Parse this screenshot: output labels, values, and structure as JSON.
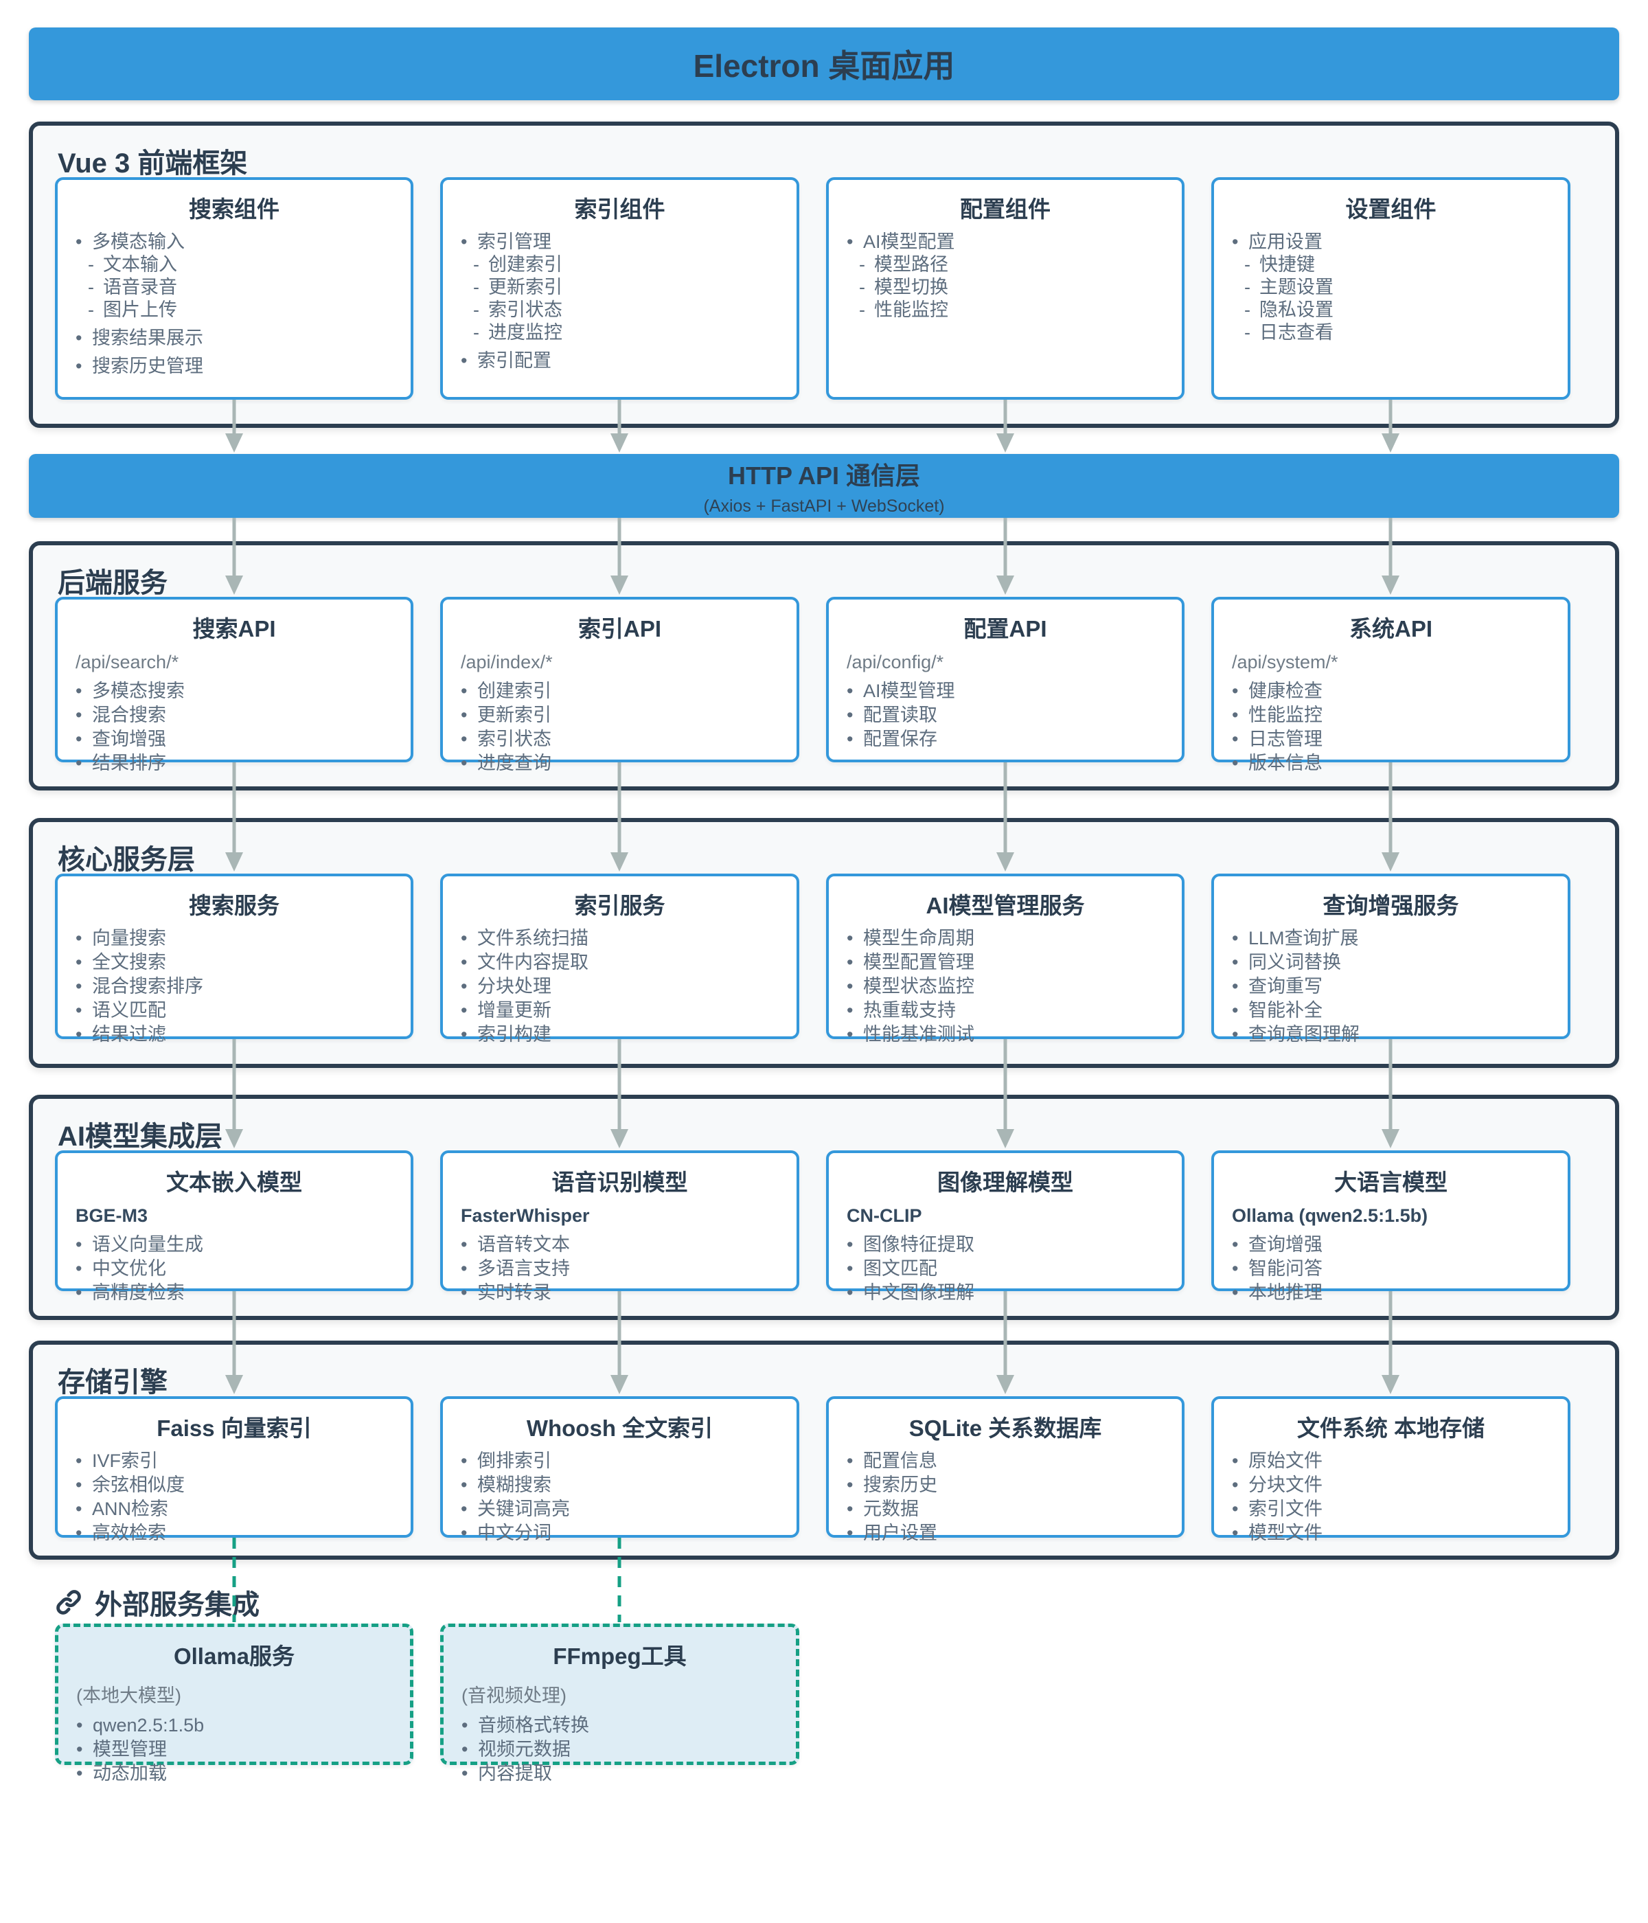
{
  "app": {
    "top_banner": "Electron 桌面应用"
  },
  "http_banner": {
    "title": "HTTP API 通信层",
    "subtitle": "(Axios + FastAPI + WebSocket)"
  },
  "external_section": {
    "icon": "link-icon",
    "title": "外部服务集成"
  },
  "colors": {
    "accent_blue": "#3498db",
    "dark_navy": "#2c3e50",
    "section_bg": "#f7f9fa",
    "body_text_gray": "#5d6d7e",
    "arrow_gray": "#a9b6b5",
    "external_teal": "#16a085",
    "external_card_bg": "#deedf5"
  },
  "layers": [
    {
      "name": "frontend",
      "title": "Vue 3 前端框架",
      "cards": [
        {
          "title": "搜索组件",
          "items": [
            {
              "t": "多模态输入",
              "lv": 0
            },
            {
              "t": "文本输入",
              "lv": 1
            },
            {
              "t": "语音录音",
              "lv": 1
            },
            {
              "t": "图片上传",
              "lv": 1
            },
            {
              "t": "搜索结果展示",
              "lv": 0
            },
            {
              "t": "搜索历史管理",
              "lv": 0
            }
          ]
        },
        {
          "title": "索引组件",
          "items": [
            {
              "t": "索引管理",
              "lv": 0
            },
            {
              "t": "创建索引",
              "lv": 1
            },
            {
              "t": "更新索引",
              "lv": 1
            },
            {
              "t": "索引状态",
              "lv": 1
            },
            {
              "t": "进度监控",
              "lv": 1
            },
            {
              "t": "索引配置",
              "lv": 0
            }
          ]
        },
        {
          "title": "配置组件",
          "items": [
            {
              "t": "AI模型配置",
              "lv": 0
            },
            {
              "t": "模型路径",
              "lv": 1
            },
            {
              "t": "模型切换",
              "lv": 1
            },
            {
              "t": "性能监控",
              "lv": 1
            }
          ]
        },
        {
          "title": "设置组件",
          "items": [
            {
              "t": "应用设置",
              "lv": 0
            },
            {
              "t": "快捷键",
              "lv": 1
            },
            {
              "t": "主题设置",
              "lv": 1
            },
            {
              "t": "隐私设置",
              "lv": 1
            },
            {
              "t": "日志查看",
              "lv": 1
            }
          ]
        }
      ]
    },
    {
      "name": "backend",
      "title": "后端服务",
      "cards": [
        {
          "title": "搜索API",
          "meta": "/api/search/*",
          "items": [
            {
              "t": "多模态搜索",
              "lv": 0
            },
            {
              "t": "混合搜索",
              "lv": 0
            },
            {
              "t": "查询增强",
              "lv": 0
            },
            {
              "t": "结果排序",
              "lv": 0
            }
          ]
        },
        {
          "title": "索引API",
          "meta": "/api/index/*",
          "items": [
            {
              "t": "创建索引",
              "lv": 0
            },
            {
              "t": "更新索引",
              "lv": 0
            },
            {
              "t": "索引状态",
              "lv": 0
            },
            {
              "t": "进度查询",
              "lv": 0
            }
          ]
        },
        {
          "title": "配置API",
          "meta": "/api/config/*",
          "items": [
            {
              "t": "AI模型管理",
              "lv": 0
            },
            {
              "t": "配置读取",
              "lv": 0
            },
            {
              "t": "配置保存",
              "lv": 0
            }
          ]
        },
        {
          "title": "系统API",
          "meta": "/api/system/*",
          "items": [
            {
              "t": "健康检查",
              "lv": 0
            },
            {
              "t": "性能监控",
              "lv": 0
            },
            {
              "t": "日志管理",
              "lv": 0
            },
            {
              "t": "版本信息",
              "lv": 0
            }
          ]
        }
      ]
    },
    {
      "name": "core",
      "title": "核心服务层",
      "cards": [
        {
          "title": "搜索服务",
          "items": [
            {
              "t": "向量搜索",
              "lv": 0
            },
            {
              "t": "全文搜索",
              "lv": 0
            },
            {
              "t": "混合搜索排序",
              "lv": 0
            },
            {
              "t": "语义匹配",
              "lv": 0
            },
            {
              "t": "结果过滤",
              "lv": 0
            }
          ]
        },
        {
          "title": "索引服务",
          "items": [
            {
              "t": "文件系统扫描",
              "lv": 0
            },
            {
              "t": "文件内容提取",
              "lv": 0
            },
            {
              "t": "分块处理",
              "lv": 0
            },
            {
              "t": "增量更新",
              "lv": 0
            },
            {
              "t": "索引构建",
              "lv": 0
            }
          ]
        },
        {
          "title": "AI模型管理服务",
          "items": [
            {
              "t": "模型生命周期",
              "lv": 0
            },
            {
              "t": "模型配置管理",
              "lv": 0
            },
            {
              "t": "模型状态监控",
              "lv": 0
            },
            {
              "t": "热重载支持",
              "lv": 0
            },
            {
              "t": "性能基准测试",
              "lv": 0
            }
          ]
        },
        {
          "title": "查询增强服务",
          "items": [
            {
              "t": "LLM查询扩展",
              "lv": 0
            },
            {
              "t": "同义词替换",
              "lv": 0
            },
            {
              "t": "查询重写",
              "lv": 0
            },
            {
              "t": "智能补全",
              "lv": 0
            },
            {
              "t": "查询意图理解",
              "lv": 0
            }
          ]
        }
      ]
    },
    {
      "name": "ai",
      "title": "AI模型集成层",
      "cards": [
        {
          "title": "文本嵌入模型",
          "meta": "BGE-M3",
          "meta_bold": true,
          "items": [
            {
              "t": "语义向量生成",
              "lv": 0
            },
            {
              "t": "中文优化",
              "lv": 0
            },
            {
              "t": "高精度检索",
              "lv": 0
            }
          ]
        },
        {
          "title": "语音识别模型",
          "meta": "FasterWhisper",
          "meta_bold": true,
          "items": [
            {
              "t": "语音转文本",
              "lv": 0
            },
            {
              "t": "多语言支持",
              "lv": 0
            },
            {
              "t": "实时转录",
              "lv": 0
            }
          ]
        },
        {
          "title": "图像理解模型",
          "meta": "CN-CLIP",
          "meta_bold": true,
          "items": [
            {
              "t": "图像特征提取",
              "lv": 0
            },
            {
              "t": "图文匹配",
              "lv": 0
            },
            {
              "t": "中文图像理解",
              "lv": 0
            }
          ]
        },
        {
          "title": "大语言模型",
          "meta": "Ollama (qwen2.5:1.5b)",
          "meta_bold": true,
          "items": [
            {
              "t": "查询增强",
              "lv": 0
            },
            {
              "t": "智能问答",
              "lv": 0
            },
            {
              "t": "本地推理",
              "lv": 0
            }
          ]
        }
      ]
    },
    {
      "name": "storage",
      "title": "存储引擎",
      "cards": [
        {
          "title": "Faiss 向量索引",
          "items": [
            {
              "t": "IVF索引",
              "lv": 0
            },
            {
              "t": "余弦相似度",
              "lv": 0
            },
            {
              "t": "ANN检索",
              "lv": 0
            },
            {
              "t": "高效检索",
              "lv": 0
            }
          ]
        },
        {
          "title": "Whoosh 全文索引",
          "items": [
            {
              "t": "倒排索引",
              "lv": 0
            },
            {
              "t": "模糊搜索",
              "lv": 0
            },
            {
              "t": "关键词高亮",
              "lv": 0
            },
            {
              "t": "中文分词",
              "lv": 0
            }
          ]
        },
        {
          "title": "SQLite 关系数据库",
          "items": [
            {
              "t": "配置信息",
              "lv": 0
            },
            {
              "t": "搜索历史",
              "lv": 0
            },
            {
              "t": "元数据",
              "lv": 0
            },
            {
              "t": "用户设置",
              "lv": 0
            }
          ]
        },
        {
          "title": "文件系统 本地存储",
          "items": [
            {
              "t": "原始文件",
              "lv": 0
            },
            {
              "t": "分块文件",
              "lv": 0
            },
            {
              "t": "索引文件",
              "lv": 0
            },
            {
              "t": "模型文件",
              "lv": 0
            }
          ]
        }
      ]
    }
  ],
  "external_cards": [
    {
      "title": "Ollama服务",
      "meta": "(本地大模型)",
      "items": [
        {
          "t": "qwen2.5:1.5b",
          "lv": 0
        },
        {
          "t": "模型管理",
          "lv": 0
        },
        {
          "t": "动态加载",
          "lv": 0
        }
      ]
    },
    {
      "title": "FFmpeg工具",
      "meta": "(音视频处理)",
      "items": [
        {
          "t": "音频格式转换",
          "lv": 0
        },
        {
          "t": "视频元数据",
          "lv": 0
        },
        {
          "t": "内容提取",
          "lv": 0
        }
      ]
    }
  ]
}
